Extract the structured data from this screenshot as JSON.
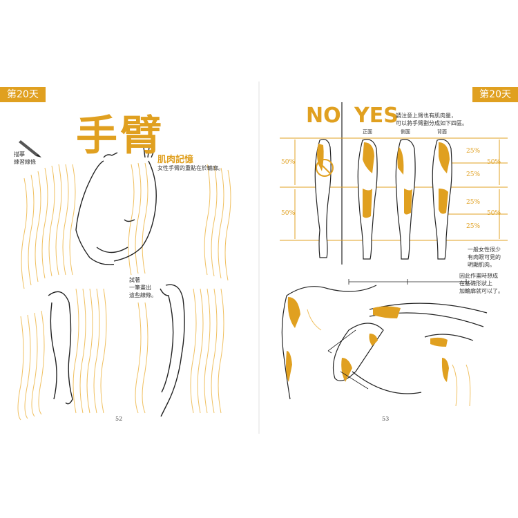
{
  "left_page": {
    "day_tag": "第20天",
    "title": "手臂",
    "subtitle": "肌肉記憶",
    "subtitle_caption": "女性手臂的重點在於輪廓。",
    "pencil_note": "描摹\n練習線條",
    "try_note": "試著\n一筆畫出\n這些線條。",
    "page_number": "52"
  },
  "right_page": {
    "day_tag": "第20天",
    "no_label": "NO",
    "yes_label": "YES",
    "intro_text": "請注意上臂也有肌肉量，\n可以將手臂劃分成如下四區。",
    "views": [
      "正面",
      "側面",
      "背面"
    ],
    "left_percents": [
      "50%",
      "50%"
    ],
    "right_percents_outer": [
      "50%",
      "50%"
    ],
    "right_percents_inner": [
      "25%",
      "25%",
      "25%",
      "25%"
    ],
    "note_women": "一般女性很少\n有肉眼可見的\n明顯肌肉。",
    "note_drawing": "因此作畫時想成\n在基礎形狀上\n加輪廓就可以了。",
    "page_number": "53"
  },
  "colors": {
    "accent": "#e0a020",
    "line": "#222222",
    "guide": "#f0c060"
  }
}
